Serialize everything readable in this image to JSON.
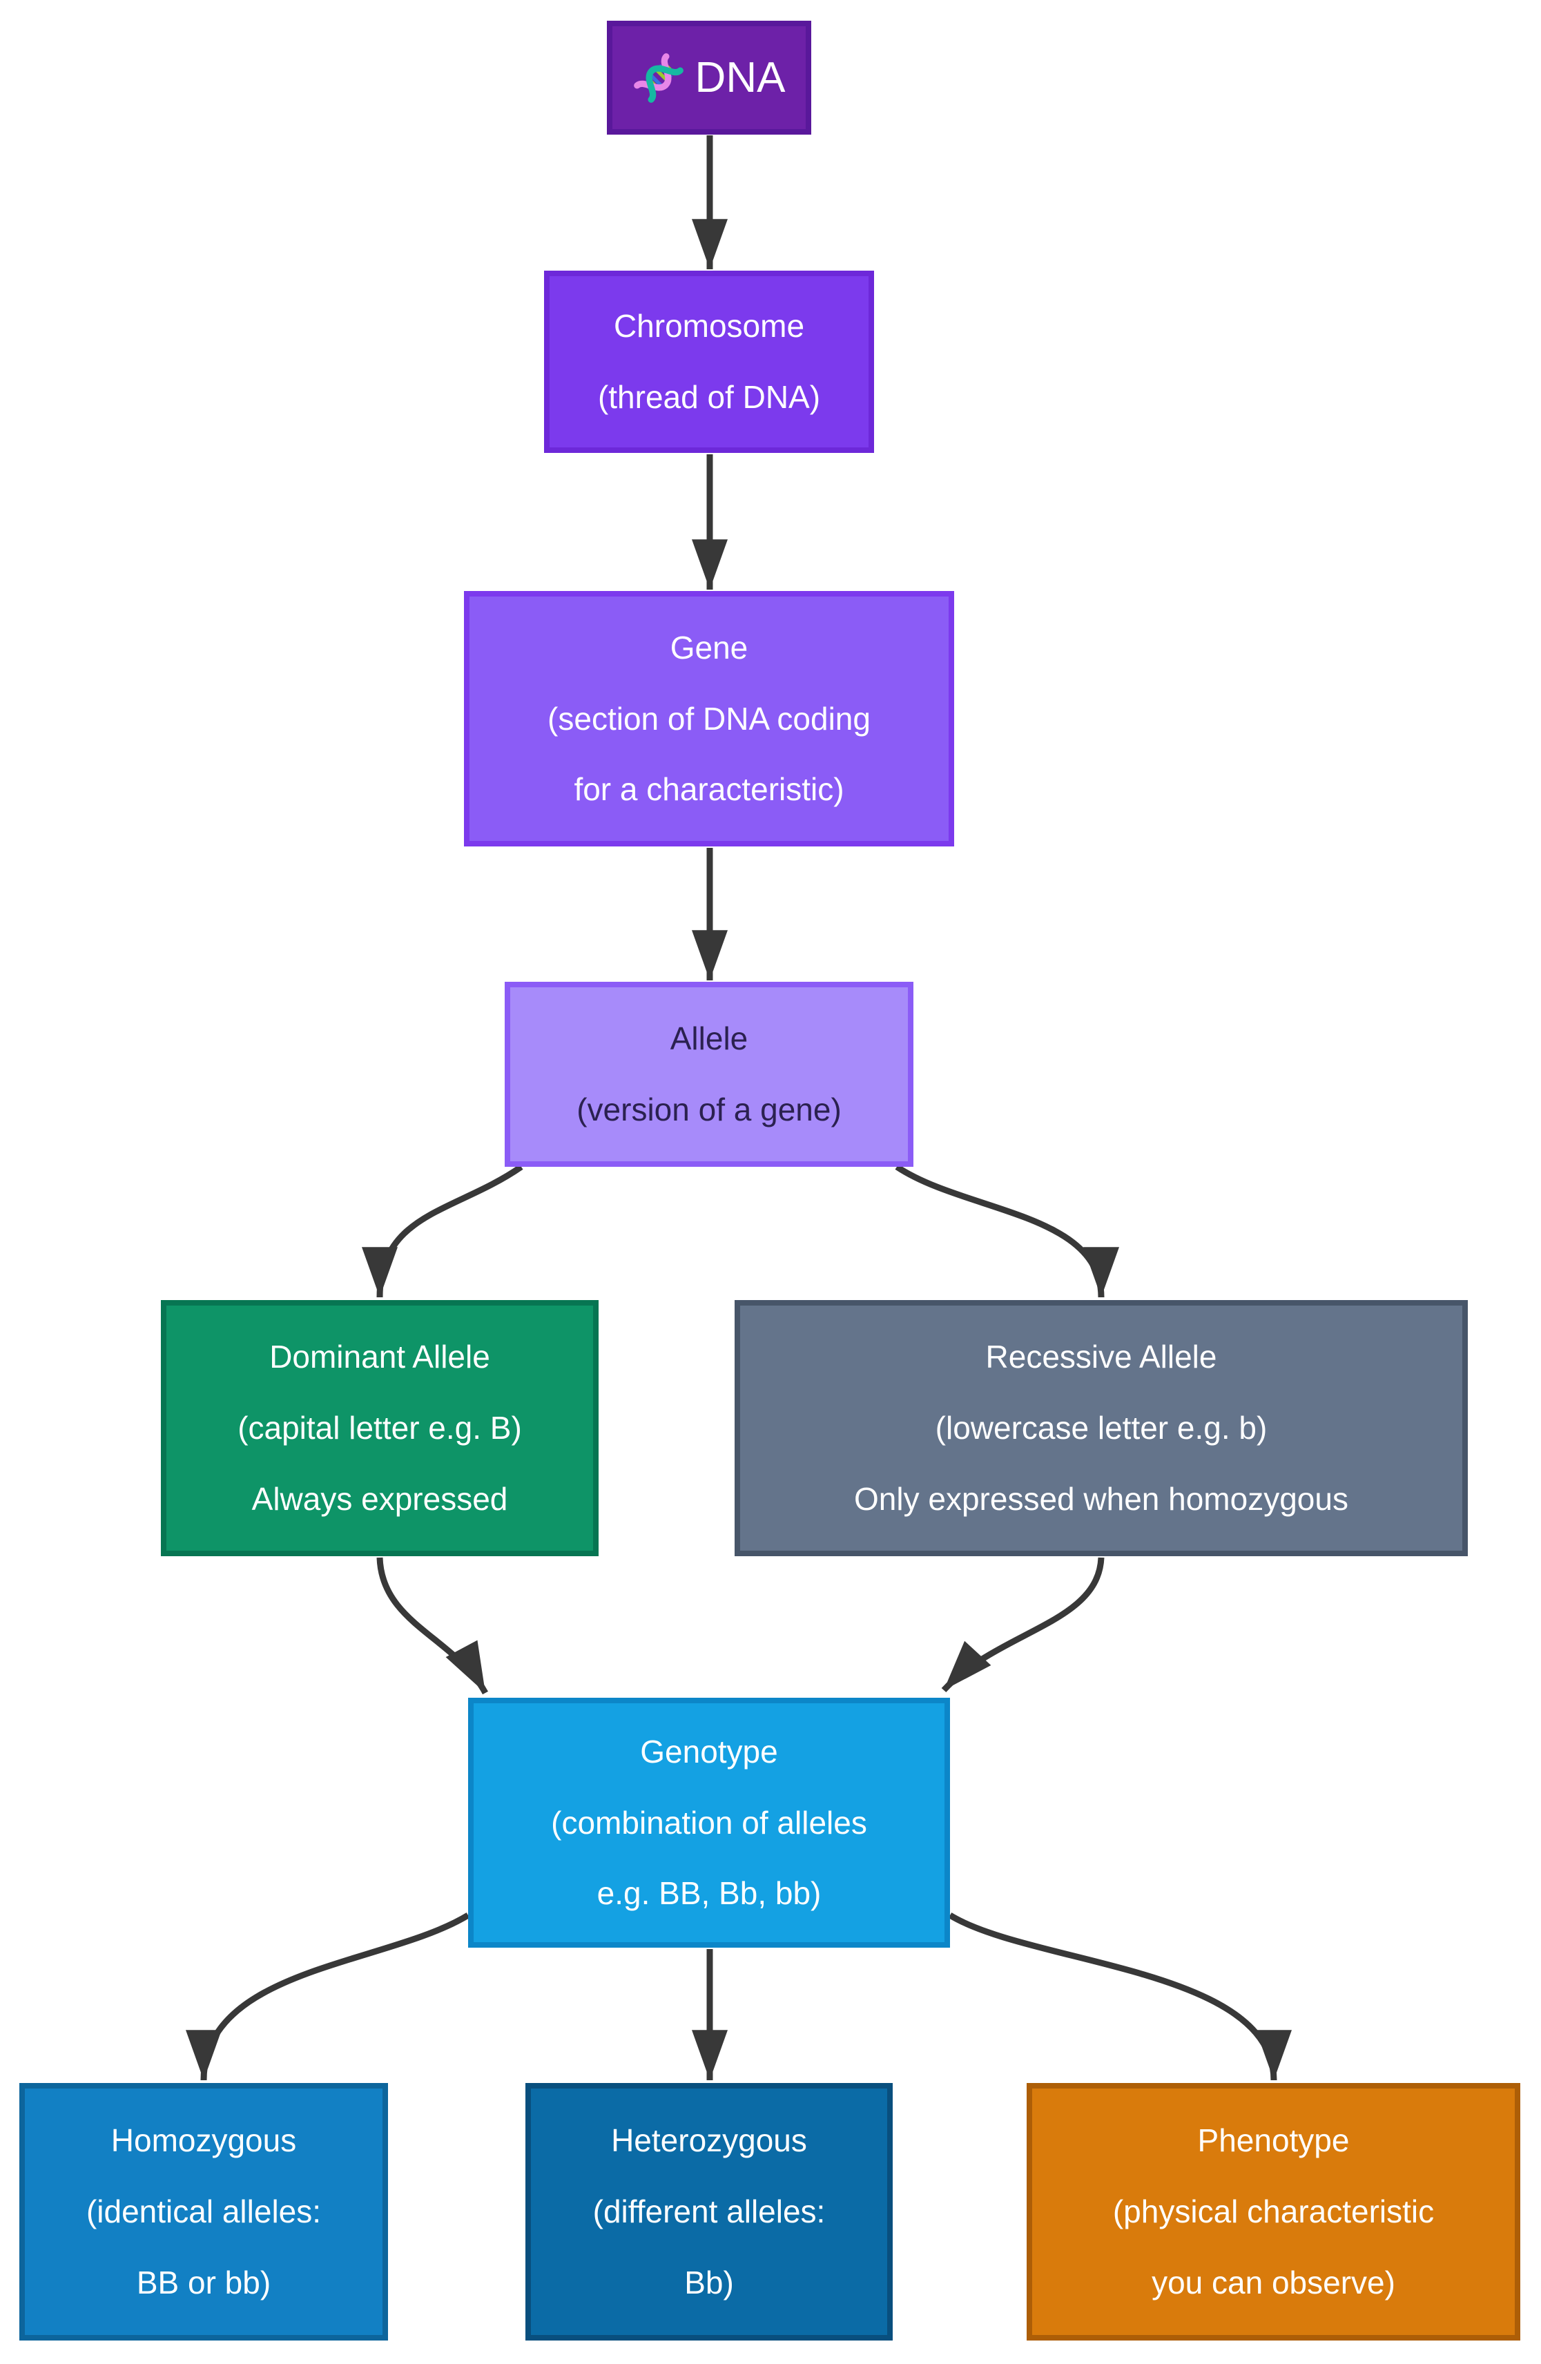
{
  "diagram": {
    "background": "#ffffff",
    "arrow_color": "#383838",
    "nodes": {
      "dna": {
        "label": "DNA",
        "icon": "dna-helix-icon",
        "fill": "#6D21A8",
        "border": "#59189B",
        "text_color": "#ffffff"
      },
      "chromosome": {
        "lines": [
          "Chromosome",
          "(thread of DNA)"
        ],
        "fill": "#7C3AED",
        "border": "#6D28D9",
        "text_color": "#ffffff"
      },
      "gene": {
        "lines": [
          "Gene",
          "(section of DNA coding",
          "for a characteristic)"
        ],
        "fill": "#8B5CF6",
        "border": "#7C3AED",
        "text_color": "#ffffff"
      },
      "allele": {
        "lines": [
          "Allele",
          "(version of a gene)"
        ],
        "fill": "#A78BFA",
        "border": "#8B5CF6",
        "text_color": "#2B2150"
      },
      "dominant": {
        "lines": [
          "Dominant Allele",
          "(capital letter e.g. B)",
          "Always expressed"
        ],
        "fill": "#0E9467",
        "border": "#077552",
        "text_color": "#ffffff"
      },
      "recessive": {
        "lines": [
          "Recessive Allele",
          "(lowercase letter e.g. b)",
          "Only expressed when homozygous"
        ],
        "fill": "#64748B",
        "border": "#475569",
        "text_color": "#ffffff"
      },
      "genotype": {
        "lines": [
          "Genotype",
          "(combination of alleles",
          "e.g. BB, Bb, bb)"
        ],
        "fill": "#14A1E3",
        "border": "#0C86C8",
        "text_color": "#ffffff"
      },
      "homozygous": {
        "lines": [
          "Homozygous",
          "(identical alleles:",
          "BB or bb)"
        ],
        "fill": "#1280C4",
        "border": "#0D659C",
        "text_color": "#ffffff"
      },
      "heterozygous": {
        "lines": [
          "Heterozygous",
          "(different alleles:",
          "Bb)"
        ],
        "fill": "#0B6BA6",
        "border": "#094F7E",
        "text_color": "#ffffff"
      },
      "phenotype": {
        "lines": [
          "Phenotype",
          "(physical characteristic",
          "you can observe)"
        ],
        "fill": "#D97B0C",
        "border": "#AD5E07",
        "text_color": "#ffffff"
      }
    },
    "icon_colors": {
      "strand_pink": "#E887E8",
      "strand_teal": "#16B8A2",
      "rung_blue": "#3B6FE0",
      "rung_green": "#9BCB2E"
    }
  }
}
